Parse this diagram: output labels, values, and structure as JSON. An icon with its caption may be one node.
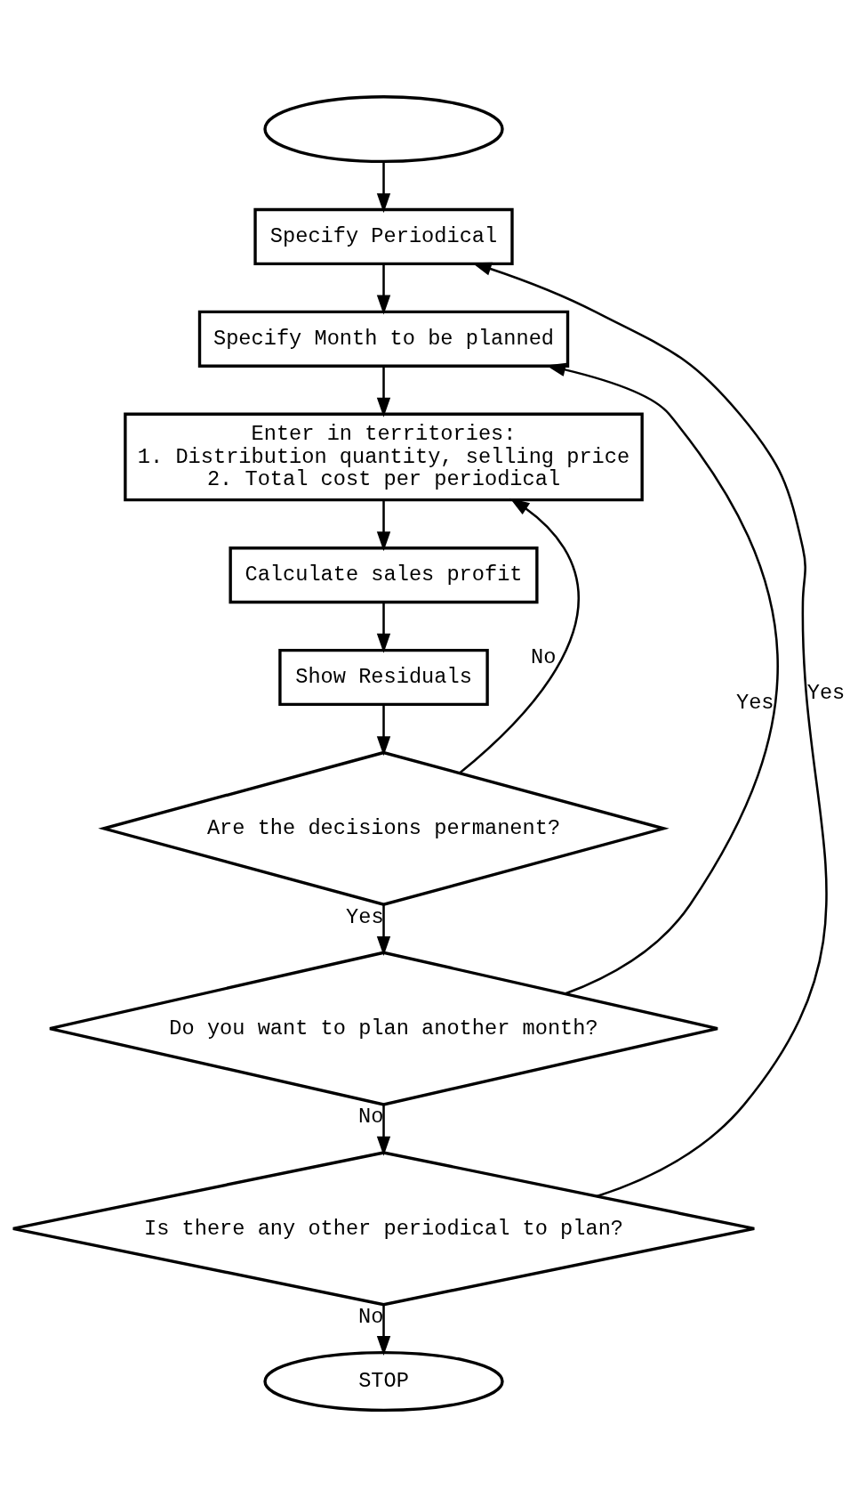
{
  "diagram": {
    "nodes": [
      {
        "text": [],
        "shape": "ellipse"
      },
      {
        "text": [
          "Specify Periodical"
        ]
      },
      {
        "text": [
          "Specify Month to be planned"
        ]
      },
      {
        "text": [
          "Enter in territories:",
          "1. Distribution quantity, selling price",
          "2. Total cost per periodical"
        ]
      },
      {
        "text": [
          "Calculate sales profit"
        ]
      },
      {
        "text": [
          "Show Residuals"
        ]
      },
      {
        "text": [
          "Are the decisions permanent?"
        ]
      },
      {
        "text": [
          "Do you want to plan another month?"
        ]
      },
      {
        "text": [
          "Is there any other periodical to plan?"
        ]
      },
      {
        "text": [
          "STOP"
        ]
      }
    ],
    "edges": [
      {
        "from": 0,
        "to": 1,
        "arrow": "to"
      },
      {
        "from": 1,
        "to": 2,
        "arrow": "to"
      },
      {
        "from": 2,
        "to": 3,
        "arrow": "to"
      },
      {
        "from": 3,
        "to": 4,
        "arrow": "to"
      },
      {
        "from": 4,
        "to": 5,
        "arrow": "to"
      },
      {
        "from": 5,
        "to": 6,
        "arrow": "to"
      },
      {
        "from": 6,
        "to": 3,
        "arrow": "to",
        "label": "No"
      },
      {
        "from": 6,
        "to": 7,
        "arrow": "to",
        "label": "Yes"
      },
      {
        "from": 7,
        "to": 2,
        "arrow": "to",
        "label": "Yes"
      },
      {
        "from": 7,
        "to": 8,
        "arrow": "to",
        "label": "No"
      },
      {
        "from": 8,
        "to": 1,
        "arrow": "to",
        "label": "Yes"
      },
      {
        "from": 8,
        "to": 9,
        "arrow": "to",
        "label": "No"
      }
    ]
  }
}
